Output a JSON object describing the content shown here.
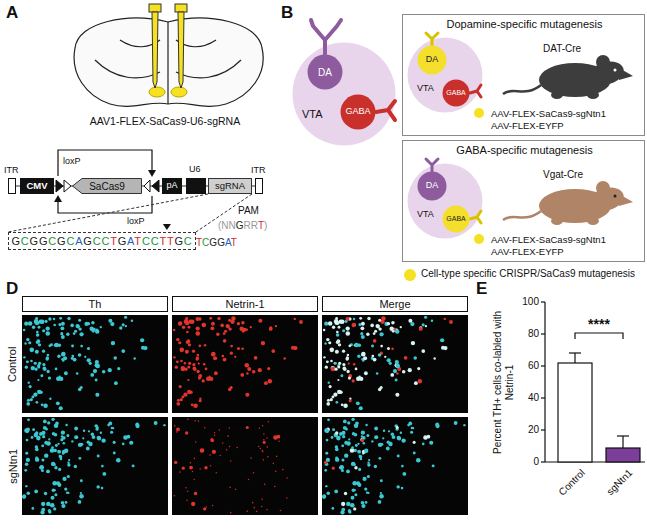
{
  "diagram": {
    "nodes": [
      {
        "text": [
          "ITR"
        ]
      },
      {
        "text": [
          "CMV"
        ]
      },
      {
        "text": [
          "SaCas9"
        ]
      },
      {
        "text": [
          "pA"
        ]
      },
      {
        "text": [
          "U6"
        ]
      },
      {
        "text": [
          "sgRNA"
        ]
      },
      {
        "text": [
          "ITR"
        ]
      },
      {
        "text": [
          "GCGGCGCAGCCTGATCCTTGC"
        ]
      },
      {
        "text": [
          "VTA"
        ]
      },
      {
        "text": [
          "DA"
        ],
        "in": 8
      },
      {
        "text": [
          "GABA"
        ],
        "in": 8
      },
      {
        "text": [
          "Dopamine-specific mutagenesis",
          "DAT-Cre",
          "AAV-FLEX-SaCas9-sgNtn1",
          "AAV-FLEX-EYFP"
        ]
      },
      {
        "text": [
          "VTA"
        ],
        "in": 11
      },
      {
        "text": [
          "DA"
        ],
        "in": 12
      },
      {
        "text": [
          "GABA"
        ],
        "in": 12
      },
      {
        "text": [
          "GABA-specific mutagenesis",
          "Vgat-Cre",
          "AAV-FLEX-SaCas9-sgNtn1",
          "AAV-FLEX-EYFP"
        ]
      },
      {
        "text": [
          "VTA"
        ],
        "in": 15
      },
      {
        "text": [
          "DA"
        ],
        "in": 16
      },
      {
        "text": [
          "GABA"
        ],
        "in": 16
      },
      {
        "text": [
          "Th"
        ]
      },
      {
        "text": [
          "Netrin-1"
        ]
      },
      {
        "text": [
          "Merge"
        ]
      }
    ],
    "edges": [
      {
        "from": 5,
        "to": 7,
        "arrow": "none"
      }
    ],
    "labels": [
      "A",
      "B",
      "D",
      "E",
      "AAV1-FLEX-SaCas9-U6-sgRNA",
      "loxP",
      "loxP",
      "PAM",
      "(NNGRRT)",
      "TCGGAT",
      "Control",
      "sgNtn1",
      "0",
      "20",
      "40",
      "60",
      "80",
      "100",
      "Percent TH+ cells co-labled with Netrin-1",
      "****",
      "Control",
      "sgNtn1"
    ],
    "legend": [
      {
        "text": "Cell-type specific CRISPR/SaCas9 mutagenesis",
        "color": "#f5e11f"
      }
    ]
  }
}
